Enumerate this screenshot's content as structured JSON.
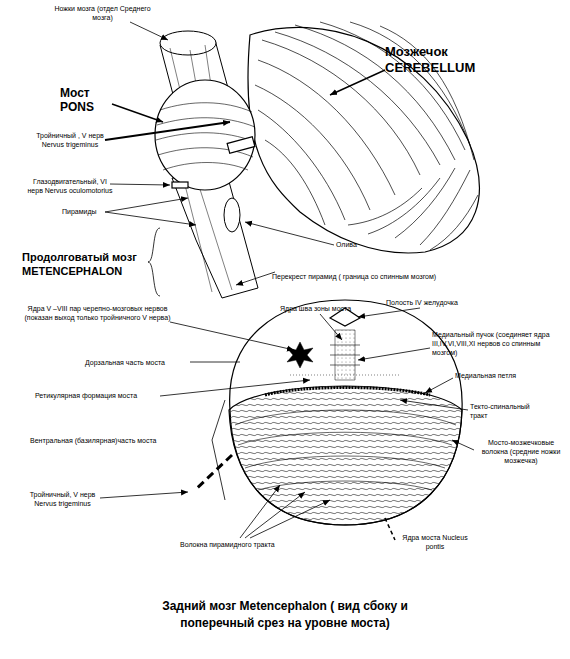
{
  "diagram": {
    "caption": "Задний мозг Metencephalon ( вид сбоку и поперечный срез на уровне моста)",
    "labels": [
      "Ножки мозга (отдел Среднего мозга)",
      "Мозжечок CEREBELLUM",
      "Мост PONS",
      "Тройничный , V нерв Nervus trigeminus",
      "Глазодвигательный, VI нерв Nervus oculomotorius",
      "Пирамиды",
      "Олива",
      "Продолговатый мозг METENCEPHALON",
      "Перекрест пирамид ( граница со спинным мозгом)",
      "Ядра V –VIII пар черепно-мозговых нервов (показан выход только тройничного V нерва)",
      "Ядра шва зоны моста",
      "Полость IV желудочка",
      "Дорзальная часть моста",
      "Медиальный пучок (соединяет ядра III,IV,VI,VIII,XI нервов со спинным мозгом)",
      "Медиальная петля",
      "Ретикулярная формация моста",
      "Текто-спинальный тракт",
      "Вентральная (базилярная)часть моста",
      "Мосто-мозжечковые волокна (средние ножки мозжечка)",
      "Тройничный, V нерв Nervus trigeminus",
      "Волокна пирамидного тракта",
      "Ядра моста Nucleus pontis"
    ]
  }
}
